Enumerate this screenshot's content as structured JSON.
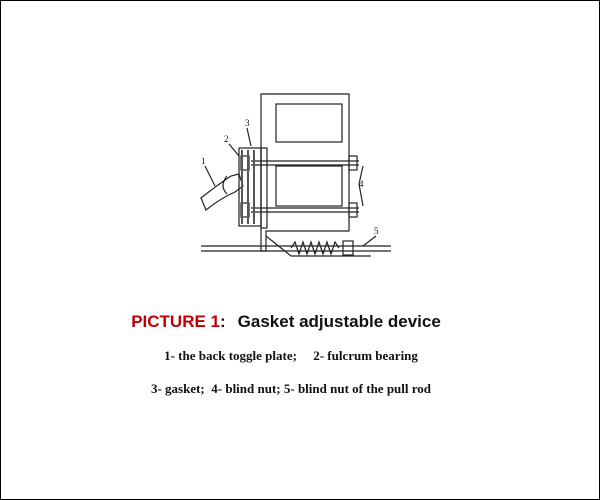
{
  "caption": {
    "label": "PICTURE 1",
    "separator": ":",
    "title": "Gasket adjustable device",
    "label_color": "#c00000"
  },
  "legend": {
    "line1": "1- the back toggle plate;     2- fulcrum bearing",
    "line2": "3- gasket;  4- blind nut; 5- blind nut of the pull rod"
  },
  "callouts": [
    "1",
    "2",
    "3",
    "4",
    "5"
  ]
}
